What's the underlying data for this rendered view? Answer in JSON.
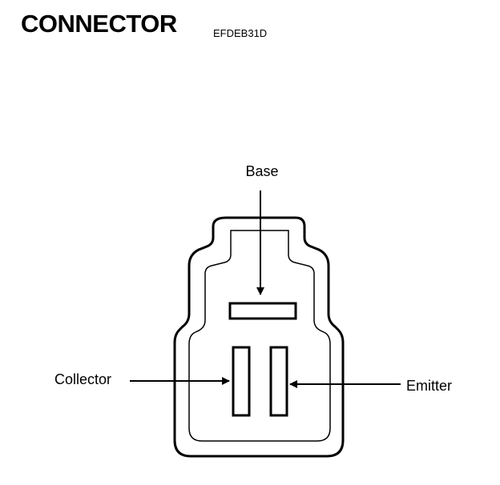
{
  "header": {
    "title": "CONNECTOR",
    "code": "EFDEB31D"
  },
  "labels": {
    "base": "Base",
    "collector": "Collector",
    "emitter": "Emitter"
  },
  "colors": {
    "ink": "#000000",
    "background": "#ffffff"
  }
}
